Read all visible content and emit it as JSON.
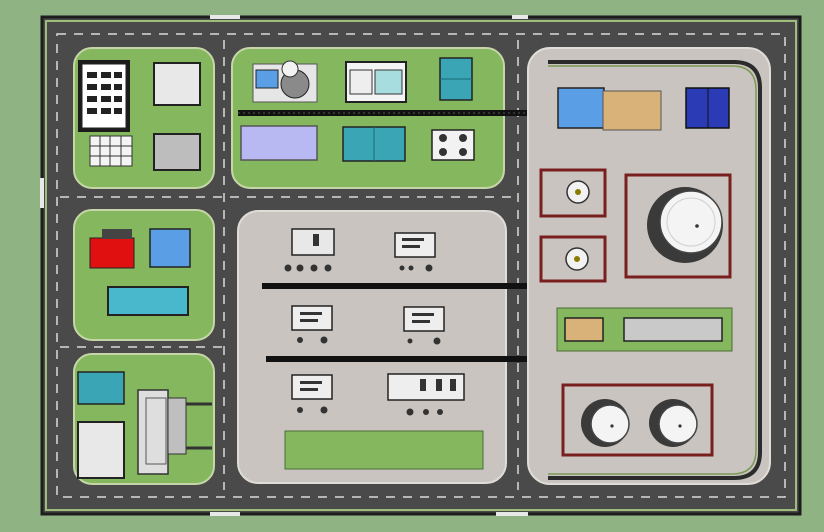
{
  "palette": {
    "background": "#8fb383",
    "road": "#4a4a4a",
    "road_marking": "#d9d9d9",
    "curb": "#9ebc7c",
    "green_block": "#84b75e",
    "paved_block": "#c9c4bf",
    "pipe_rack": "#111111",
    "dike": "#7a1f1f",
    "building_blue": "#5a9ee6",
    "building_teal": "#3aa5b5",
    "building_tan": "#d9b27a",
    "building_navy": "#2a3bb5",
    "building_lavender": "#b8b8f2",
    "building_red": "#e01010",
    "building_white": "#e4e4e4",
    "tank_white": "#f2f2f2"
  },
  "zones": [
    {
      "id": "admin-zone",
      "surface": "green"
    },
    {
      "id": "utility-zone",
      "surface": "green"
    },
    {
      "id": "fire-station-zone",
      "surface": "green"
    },
    {
      "id": "warehouse-zone",
      "surface": "green"
    },
    {
      "id": "process-zone",
      "surface": "paved"
    },
    {
      "id": "tank-farm-zone",
      "surface": "paved"
    }
  ],
  "equipment": {
    "process_units": 6,
    "large_tanks": 3,
    "small_tanks": 2
  }
}
